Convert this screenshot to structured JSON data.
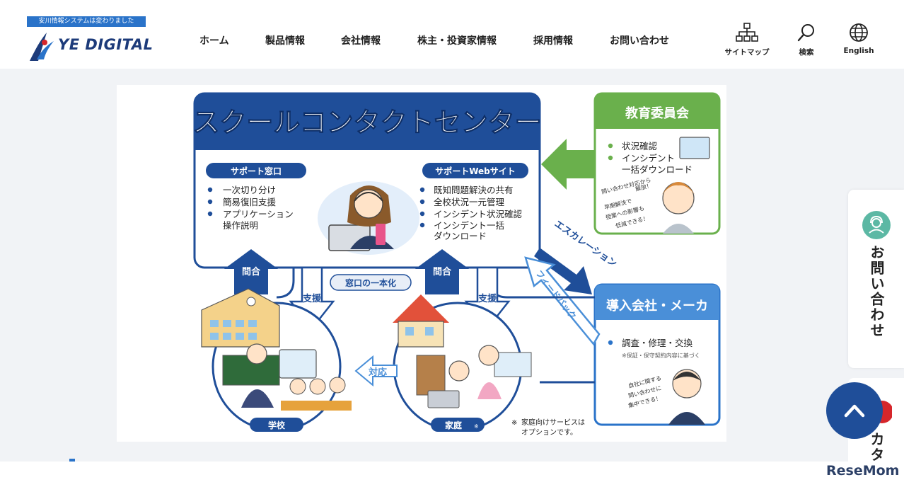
{
  "header": {
    "logo_tagline": "安川情報システムは変わりました",
    "logo_name": "YE DIGITAL",
    "nav": [
      "ホーム",
      "製品情報",
      "会社情報",
      "株主・投資家情報",
      "採用情報",
      "お問い合わせ"
    ],
    "icons": [
      {
        "label": "サイトマップ",
        "icon": "sitemap-icon"
      },
      {
        "label": "検索",
        "icon": "search-icon"
      },
      {
        "label": "English",
        "icon": "globe-icon"
      }
    ]
  },
  "figure": {
    "title": "スクールコンタクトセンター",
    "support_desk": {
      "label": "サポート窓口",
      "items": [
        "一次切り分け",
        "簡易復旧支援",
        "アプリケーション",
        "操作説明"
      ]
    },
    "support_web": {
      "label": "サポートWebサイト",
      "items": [
        "既知問題解決の共有",
        "全校状況一元管理",
        "インシデント状況確認",
        "インシデント一括",
        "ダウンロード"
      ]
    },
    "board": {
      "title": "教育委員会",
      "items": [
        "状況確認",
        "インシデント",
        "一括ダウンロード"
      ],
      "note": [
        "問い合わせ対応から",
        "解放！",
        "早期解決で",
        "授業への影響も",
        "低減できる！"
      ]
    },
    "vendor": {
      "title": "導入会社・メーカ",
      "item": "調査・修理・交換",
      "sub": "※保証・保守契約内容に基づく",
      "note": [
        "自社に関する",
        "問い合わせに",
        "集中できる！"
      ]
    },
    "escalation": "エスカレーション",
    "feedback": "フィードバック",
    "inquiry": "問合",
    "support": "支援",
    "unify": "窓口の一本化",
    "response": "対応",
    "school": "学校",
    "home": "家庭",
    "home_mark": "※",
    "footnote_mark": "※",
    "footnote": [
      "家庭向けサービスは",
      "オプションです。"
    ]
  },
  "side": {
    "contact": "お問い合わせ",
    "catalog": "カタ"
  },
  "watermark": "ReseMom",
  "colors": {
    "navy": "#1f4e99",
    "green": "#6ab04c",
    "blue": "#2a73c9"
  }
}
